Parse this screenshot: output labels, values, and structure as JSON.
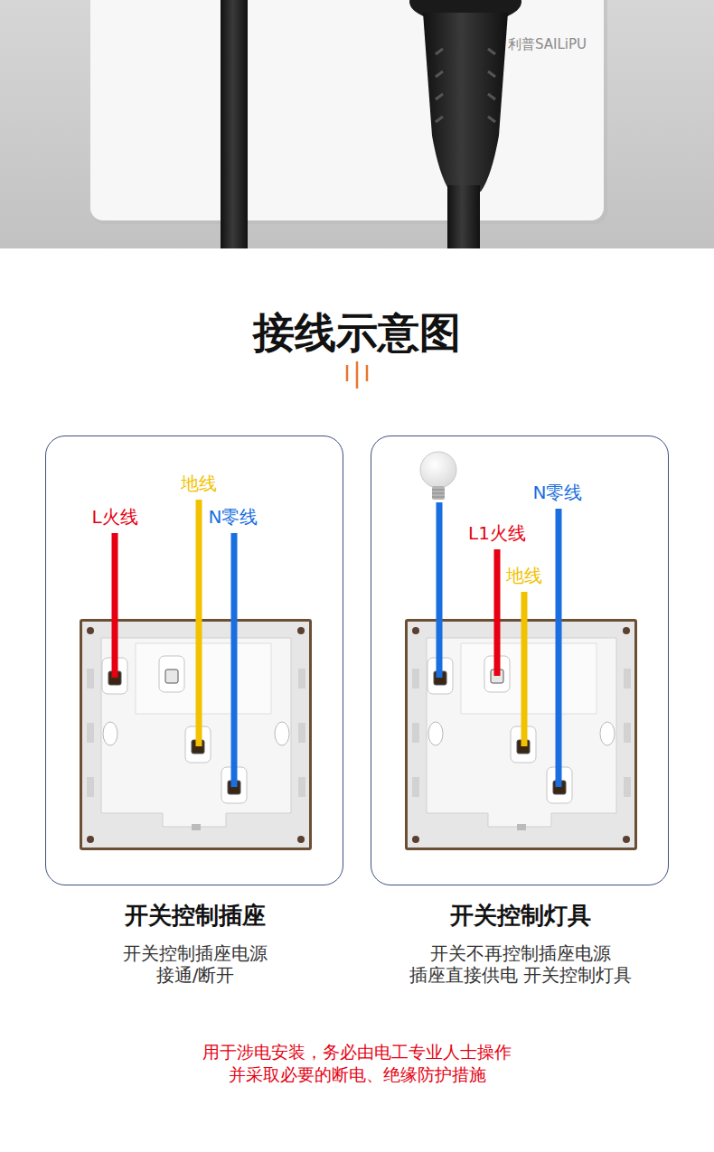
{
  "diagram": {
    "title": "接线示意图",
    "caption": "用于涉电安装，务必由电工专业人士操作 并采取必要的断电、绝缘防护措施",
    "nodes": [
      {
        "text": [
          "开关控制插座",
          "开关控制插座电源 接通/断开"
        ]
      },
      {
        "text": [
          "开关控制灯具",
          "开关不再控制插座电源 插座直接供电 开关控制灯具"
        ]
      }
    ],
    "labels": [
      "利普SAILiPU",
      "L火线",
      "地线",
      "N零线",
      "L1火线",
      "地线",
      "N零线"
    ]
  }
}
